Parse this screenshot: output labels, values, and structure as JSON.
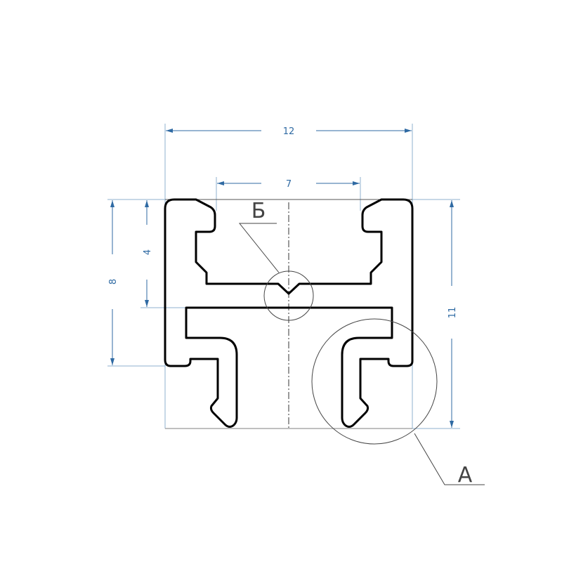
{
  "drawing": {
    "dimensions": {
      "overall_width": "12",
      "slot_width": "7",
      "upper_height": "8",
      "slot_depth": "4",
      "overall_height": "11"
    },
    "callouts": {
      "detail_b": "Б",
      "detail_a": "A"
    },
    "colors": {
      "dimension": "#2f6aa3",
      "profile": "#000000",
      "construction": "#999999"
    }
  }
}
